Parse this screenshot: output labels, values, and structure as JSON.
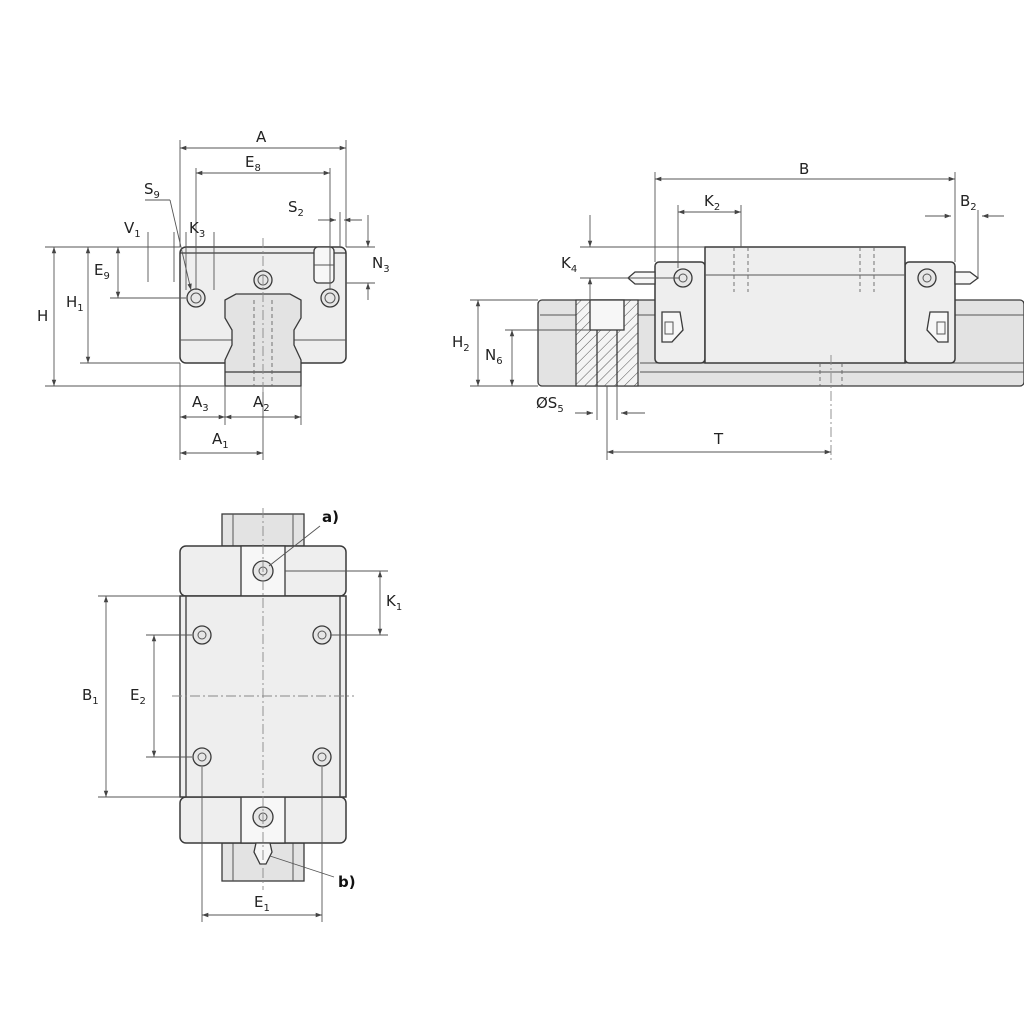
{
  "front_view": {
    "dimensions": [
      {
        "id": "A",
        "main": "A",
        "sub": ""
      },
      {
        "id": "E8",
        "main": "E",
        "sub": "8"
      },
      {
        "id": "S9",
        "main": "S",
        "sub": "9"
      },
      {
        "id": "S2",
        "main": "S",
        "sub": "2"
      },
      {
        "id": "V1",
        "main": "V",
        "sub": "1"
      },
      {
        "id": "K3",
        "main": "K",
        "sub": "3"
      },
      {
        "id": "N3",
        "main": "N",
        "sub": "3"
      },
      {
        "id": "E9",
        "main": "E",
        "sub": "9"
      },
      {
        "id": "H",
        "main": "H",
        "sub": ""
      },
      {
        "id": "H1",
        "main": "H",
        "sub": "1"
      },
      {
        "id": "A3",
        "main": "A",
        "sub": "3"
      },
      {
        "id": "A2",
        "main": "A",
        "sub": "2"
      },
      {
        "id": "A1",
        "main": "A",
        "sub": "1"
      }
    ]
  },
  "side_view": {
    "dimensions": [
      {
        "id": "B",
        "main": "B",
        "sub": ""
      },
      {
        "id": "K2",
        "main": "K",
        "sub": "2"
      },
      {
        "id": "B2",
        "main": "B",
        "sub": "2"
      },
      {
        "id": "K4",
        "main": "K",
        "sub": "4"
      },
      {
        "id": "H2",
        "main": "H",
        "sub": "2"
      },
      {
        "id": "N6",
        "main": "N",
        "sub": "6"
      },
      {
        "id": "S5",
        "main": "ØS",
        "sub": "5"
      },
      {
        "id": "T",
        "main": "T",
        "sub": ""
      }
    ]
  },
  "top_view": {
    "dimensions": [
      {
        "id": "K1",
        "main": "K",
        "sub": "1"
      },
      {
        "id": "B1",
        "main": "B",
        "sub": "1"
      },
      {
        "id": "E2",
        "main": "E",
        "sub": "2"
      },
      {
        "id": "E1",
        "main": "E",
        "sub": "1"
      }
    ],
    "callouts": [
      {
        "id": "a",
        "text": "a)"
      },
      {
        "id": "b",
        "text": "b)"
      }
    ]
  }
}
